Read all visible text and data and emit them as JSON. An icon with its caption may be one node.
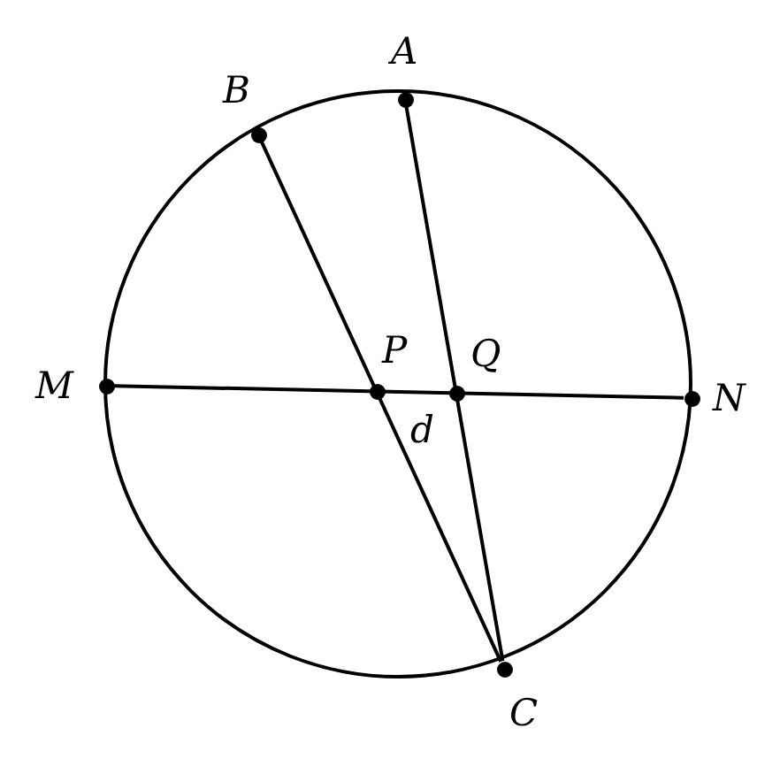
{
  "diagram": {
    "nodes": [
      {
        "text": [
          "A"
        ]
      },
      {
        "text": [
          "B"
        ]
      },
      {
        "text": [
          "M"
        ]
      },
      {
        "text": [
          "P"
        ]
      },
      {
        "text": [
          "Q"
        ]
      },
      {
        "text": [
          "N"
        ]
      },
      {
        "text": [
          "C"
        ]
      }
    ],
    "edges": [
      {
        "from": 1,
        "to": 6,
        "arrow": "none"
      },
      {
        "from": 0,
        "to": 6,
        "arrow": "none"
      },
      {
        "from": 2,
        "to": 5,
        "arrow": "none"
      }
    ],
    "labels": [
      "d"
    ]
  }
}
